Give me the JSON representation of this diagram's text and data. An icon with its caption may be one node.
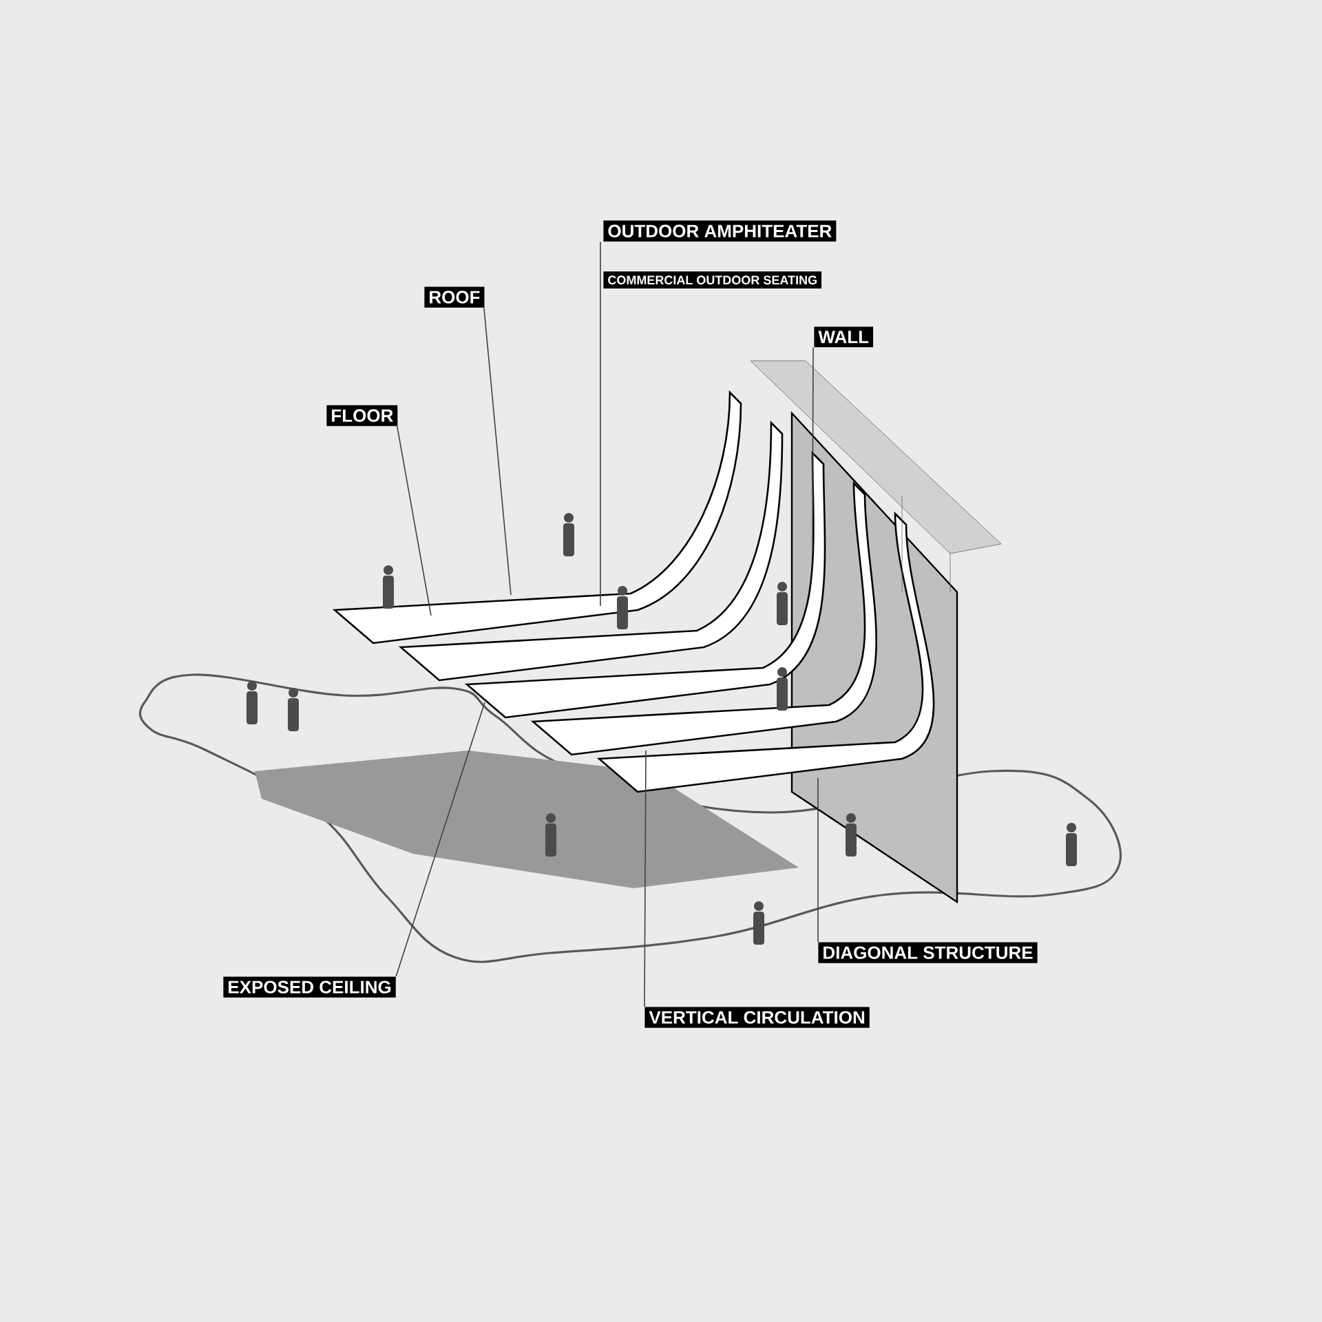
{
  "diagram": {
    "nodes": [
      {
        "text": [
          "FLOOR"
        ]
      },
      {
        "text": [
          "ROOF"
        ]
      },
      {
        "text": [
          "OUTDOOR AMPHITEATER"
        ]
      },
      {
        "text": [
          "COMMERCIAL OUTDOOR SEATING"
        ]
      },
      {
        "text": [
          "WALL"
        ]
      },
      {
        "text": [
          "EXPOSED CEILING"
        ]
      },
      {
        "text": [
          "VERTICAL CIRCULATION"
        ]
      },
      {
        "text": [
          "DIAGONAL STRUCTURE"
        ]
      }
    ],
    "edges": [
      {
        "from": 0,
        "to": null,
        "arrow": "none"
      },
      {
        "from": 1,
        "to": null,
        "arrow": "none"
      },
      {
        "from": 2,
        "to": null,
        "arrow": "none"
      },
      {
        "from": 3,
        "to": null,
        "arrow": "none"
      },
      {
        "from": 4,
        "to": null,
        "arrow": "none"
      },
      {
        "from": 5,
        "to": null,
        "arrow": "none"
      },
      {
        "from": 6,
        "to": null,
        "arrow": "none"
      },
      {
        "from": 7,
        "to": null,
        "arrow": "none"
      }
    ]
  }
}
